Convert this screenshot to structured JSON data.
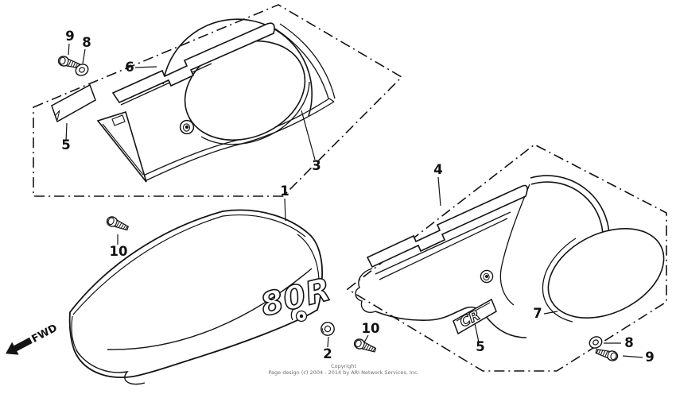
{
  "diagram": {
    "description": "Exploded parts diagram: seat and side covers",
    "colors": {
      "ink": "#141414",
      "background": "#ffffff",
      "copyright_text": "#6e6e6e"
    },
    "fwd_label": "FWD",
    "seat_emblem": "80R",
    "side_emblem": "CR",
    "copyright": {
      "line1": "Copyright",
      "line2": "Page design (c) 2004 - 2014 by ARI Network Services, Inc."
    },
    "callouts": {
      "seat": "1",
      "seat_nut": "2",
      "left_cover": "3",
      "right_cover": "4",
      "emblem_left": "5",
      "emblem_right": "5",
      "cover_molding": "6",
      "cover_oval": "7",
      "washer_left": "8",
      "washer_right": "8",
      "cover_screw_left": "9",
      "cover_screw_right": "9",
      "seat_screw_left": "10",
      "seat_screw_right": "10"
    }
  }
}
